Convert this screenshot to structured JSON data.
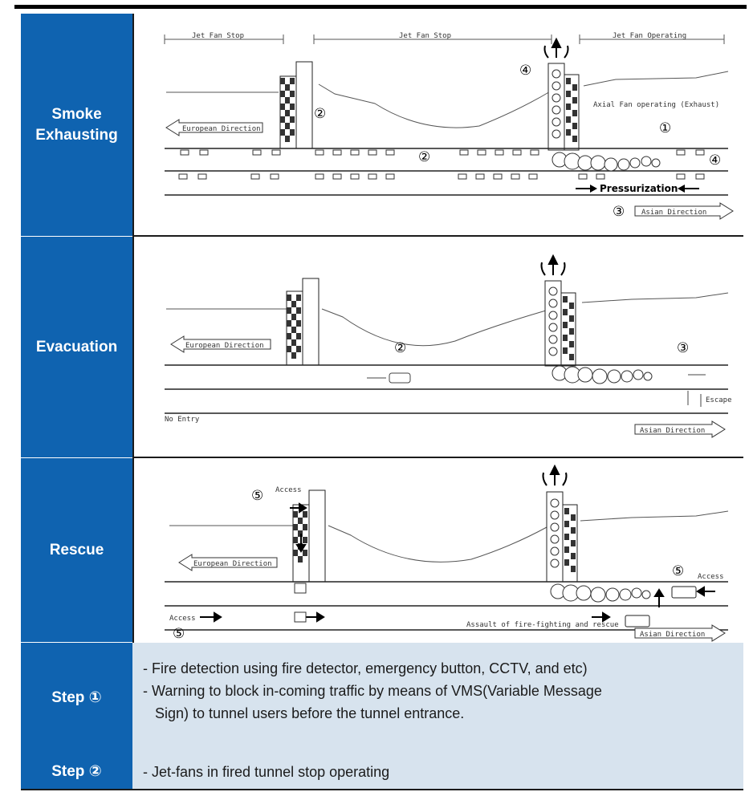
{
  "rows": {
    "smoke": {
      "label_line1": "Smoke",
      "label_line2": "Exhausting",
      "jet_fan_stop_left": "Jet Fan Stop",
      "jet_fan_stop_mid": "Jet Fan Stop",
      "jet_fan_operating": "Jet Fan Operating",
      "axial_fan_text": "Axial Fan operating (Exhaust)",
      "european_direction": "European Direction",
      "asian_direction": "Asian Direction",
      "pressurization": "Pressurization",
      "marker_1": "①",
      "marker_2a": "②",
      "marker_2b": "②",
      "marker_3": "③",
      "marker_4a": "④",
      "marker_4b": "④"
    },
    "evacuation": {
      "label": "Evacuation",
      "european_direction": "European Direction",
      "asian_direction": "Asian Direction",
      "no_entry": "No Entry",
      "escape": "Escape",
      "marker_2": "②",
      "marker_3": "③"
    },
    "rescue": {
      "label": "Rescue",
      "european_direction": "European Direction",
      "asian_direction": "Asian Direction",
      "access_left": "Access",
      "access_right": "Access",
      "access_bottom": "Access",
      "firefighting_text": "Assault of fire-fighting and rescue",
      "marker_5a": "⑤",
      "marker_5b": "⑤",
      "marker_5c": "⑤"
    }
  },
  "steps": [
    {
      "label": "Step ①",
      "lines": [
        "- Fire detection using fire detector, emergency button, CCTV, and etc)",
        "- Warning to block in-coming traffic by means of VMS(Variable Message",
        "   Sign) to tunnel users before the tunnel entrance."
      ]
    },
    {
      "label": "Step ②",
      "lines": [
        "- Jet-fans in fired tunnel stop operating"
      ]
    }
  ],
  "colors": {
    "label_bg": "#0f63b0",
    "steps_bg": "#d7e3ee"
  }
}
